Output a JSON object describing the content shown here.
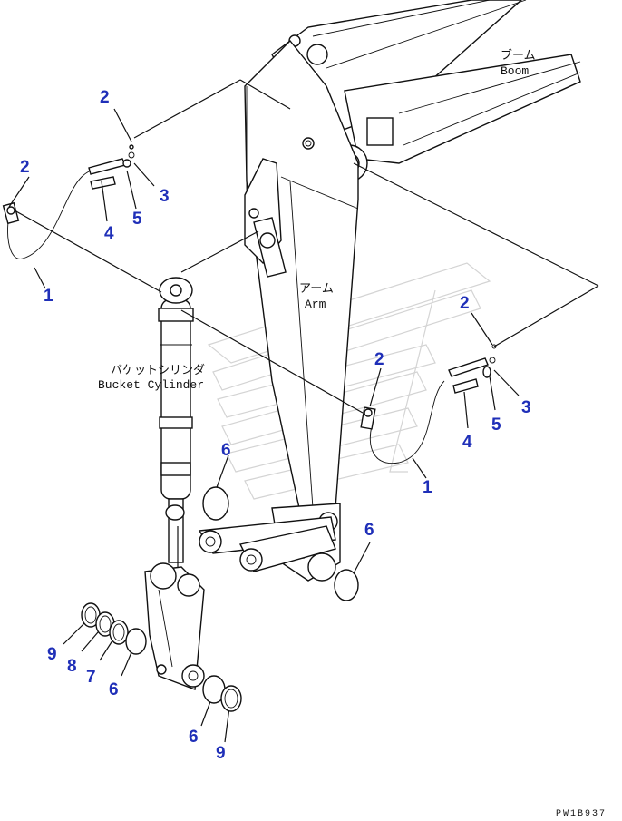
{
  "labels": {
    "boom_jp": "ブーム",
    "boom_en": "Boom",
    "arm_jp": "アーム",
    "arm_en": "Arm",
    "cylinder_jp": "バケットシリンダ",
    "cylinder_en": "Bucket Cylinder"
  },
  "callouts": {
    "left_hose": "1",
    "left_fitting": "2",
    "top_left_grease": "2",
    "top_left_washer": "3",
    "top_left_bolt": "4",
    "top_left_spacer": "5",
    "right_top_grease": "2",
    "right_washer": "3",
    "right_bolt": "4",
    "right_spacer": "5",
    "right_fitting": "2",
    "right_hose": "1",
    "shim_left": "6",
    "shim_right": "6",
    "ring_9": "9",
    "ring_8": "8",
    "ring_7": "7",
    "shim_bottom_left": "6",
    "shim_bottom": "6",
    "ring_bottom_9": "9"
  },
  "drawing_code": "PW1B937",
  "colors": {
    "callout": "#1f2fb8",
    "line": "#111111",
    "watermark": "#d4d4d4"
  }
}
